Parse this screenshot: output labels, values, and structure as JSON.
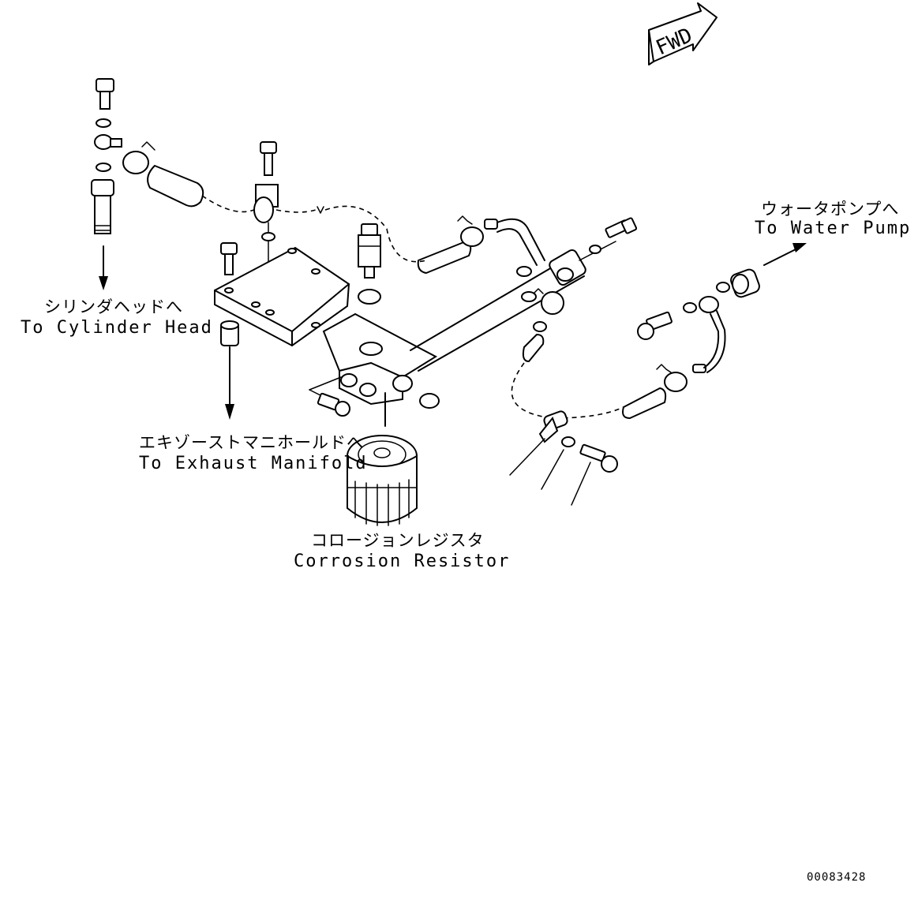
{
  "fwd_marker": {
    "text": "FWD"
  },
  "labels": {
    "cylinder_head": {
      "jp": "シリンダヘッドへ",
      "en": "To Cylinder Head"
    },
    "water_pump": {
      "jp": "ウォータポンプへ",
      "en": "To Water Pump"
    },
    "exhaust_manifold": {
      "jp": "エキゾーストマニホールドへ",
      "en": "To Exhaust Manifold"
    },
    "corrosion_resistor": {
      "jp": "コロージョンレジスタ",
      "en": "Corrosion Resistor"
    }
  },
  "drawing_number": "00083428"
}
